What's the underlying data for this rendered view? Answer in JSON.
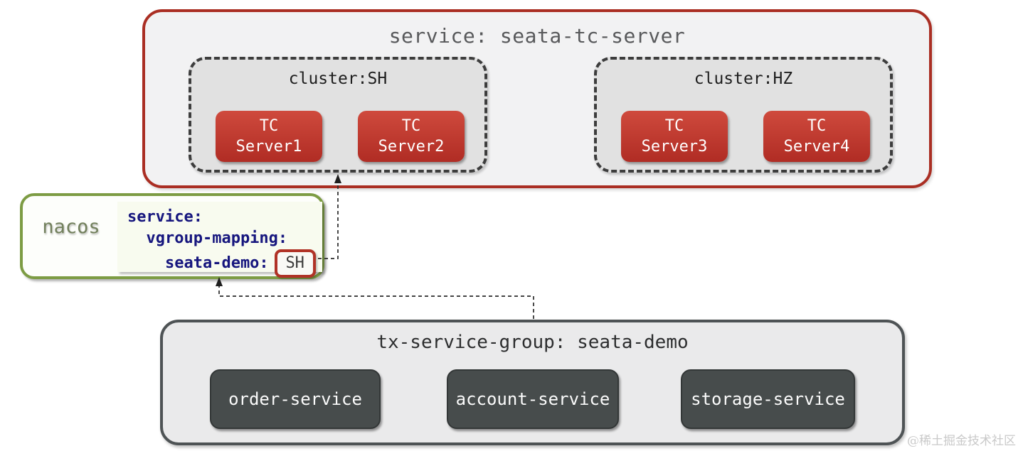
{
  "colors": {
    "tc_group_border": "#aa2e23",
    "tc_server_fill": "#c0392b",
    "nacos_border": "#7d9c44",
    "code_text": "#16167e",
    "sh_chip_border": "#b03226",
    "tx_group_border": "#4e5355",
    "service_fill": "#474c4c",
    "arrow": "#2a2a2a"
  },
  "tc_server_group": {
    "title": "service: seata-tc-server",
    "clusters": [
      {
        "label": "cluster:SH",
        "servers": [
          {
            "line1": "TC",
            "line2": "Server1"
          },
          {
            "line1": "TC",
            "line2": "Server2"
          }
        ]
      },
      {
        "label": "cluster:HZ",
        "servers": [
          {
            "line1": "TC",
            "line2": "Server3"
          },
          {
            "line1": "TC",
            "line2": "Server4"
          }
        ]
      }
    ]
  },
  "nacos": {
    "label": "nacos",
    "config": {
      "line1": "service:",
      "line2": "  vgroup-mapping:",
      "line3_key": "    seata-demo:",
      "line3_value": "SH"
    }
  },
  "tx_group": {
    "title": "tx-service-group: seata-demo",
    "services": [
      "order-service",
      "account-service",
      "storage-service"
    ]
  },
  "watermark": "@稀土掘金技术社区"
}
